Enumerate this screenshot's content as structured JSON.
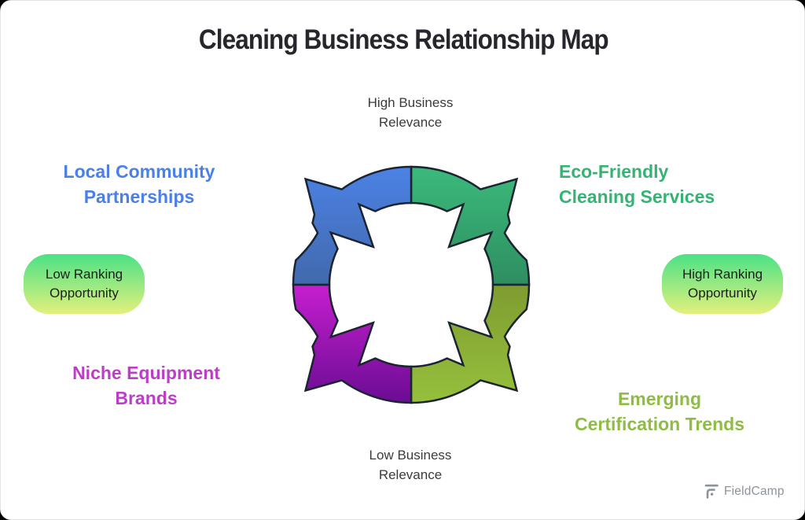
{
  "title": "Cleaning Business Relationship Map",
  "axis_labels": {
    "top_line1": "High Business",
    "top_line2": "Relevance",
    "bottom_line1": "Low Business",
    "bottom_line2": "Relevance"
  },
  "quadrant_labels": {
    "top_left": {
      "line1": "Local Community",
      "line2": "Partnerships",
      "color": "#4a80e8"
    },
    "top_right": {
      "line1": "Eco-Friendly",
      "line2": "Cleaning Services",
      "color": "#35b373"
    },
    "bottom_left": {
      "line1": "Niche Equipment",
      "line2": "Brands",
      "color": "#bc3ec6"
    },
    "bottom_right": {
      "line1": "Emerging",
      "line2": "Certification Trends",
      "color": "#8fbc44"
    }
  },
  "badges": {
    "left": {
      "line1": "Low Ranking",
      "line2": "Opportunity"
    },
    "right": {
      "line1": "High Ranking",
      "line2": "Opportunity"
    },
    "gradient_top": "#4be186",
    "gradient_bottom": "#e2f07d",
    "text_color": "#1e1e1e"
  },
  "wheel": {
    "stroke": "#1b2430",
    "segments": {
      "top_left": {
        "from": "#4c82e6",
        "to": "#4169ac"
      },
      "top_right": {
        "from": "#3bba7c",
        "to": "#2e8e60"
      },
      "bottom_right": {
        "from": "#7f9c30",
        "to": "#96c03d"
      },
      "bottom_left": {
        "from": "#c61fce",
        "to": "#6b0c94"
      }
    }
  },
  "watermark": {
    "text": "FieldCamp",
    "color": "#8d939c"
  }
}
